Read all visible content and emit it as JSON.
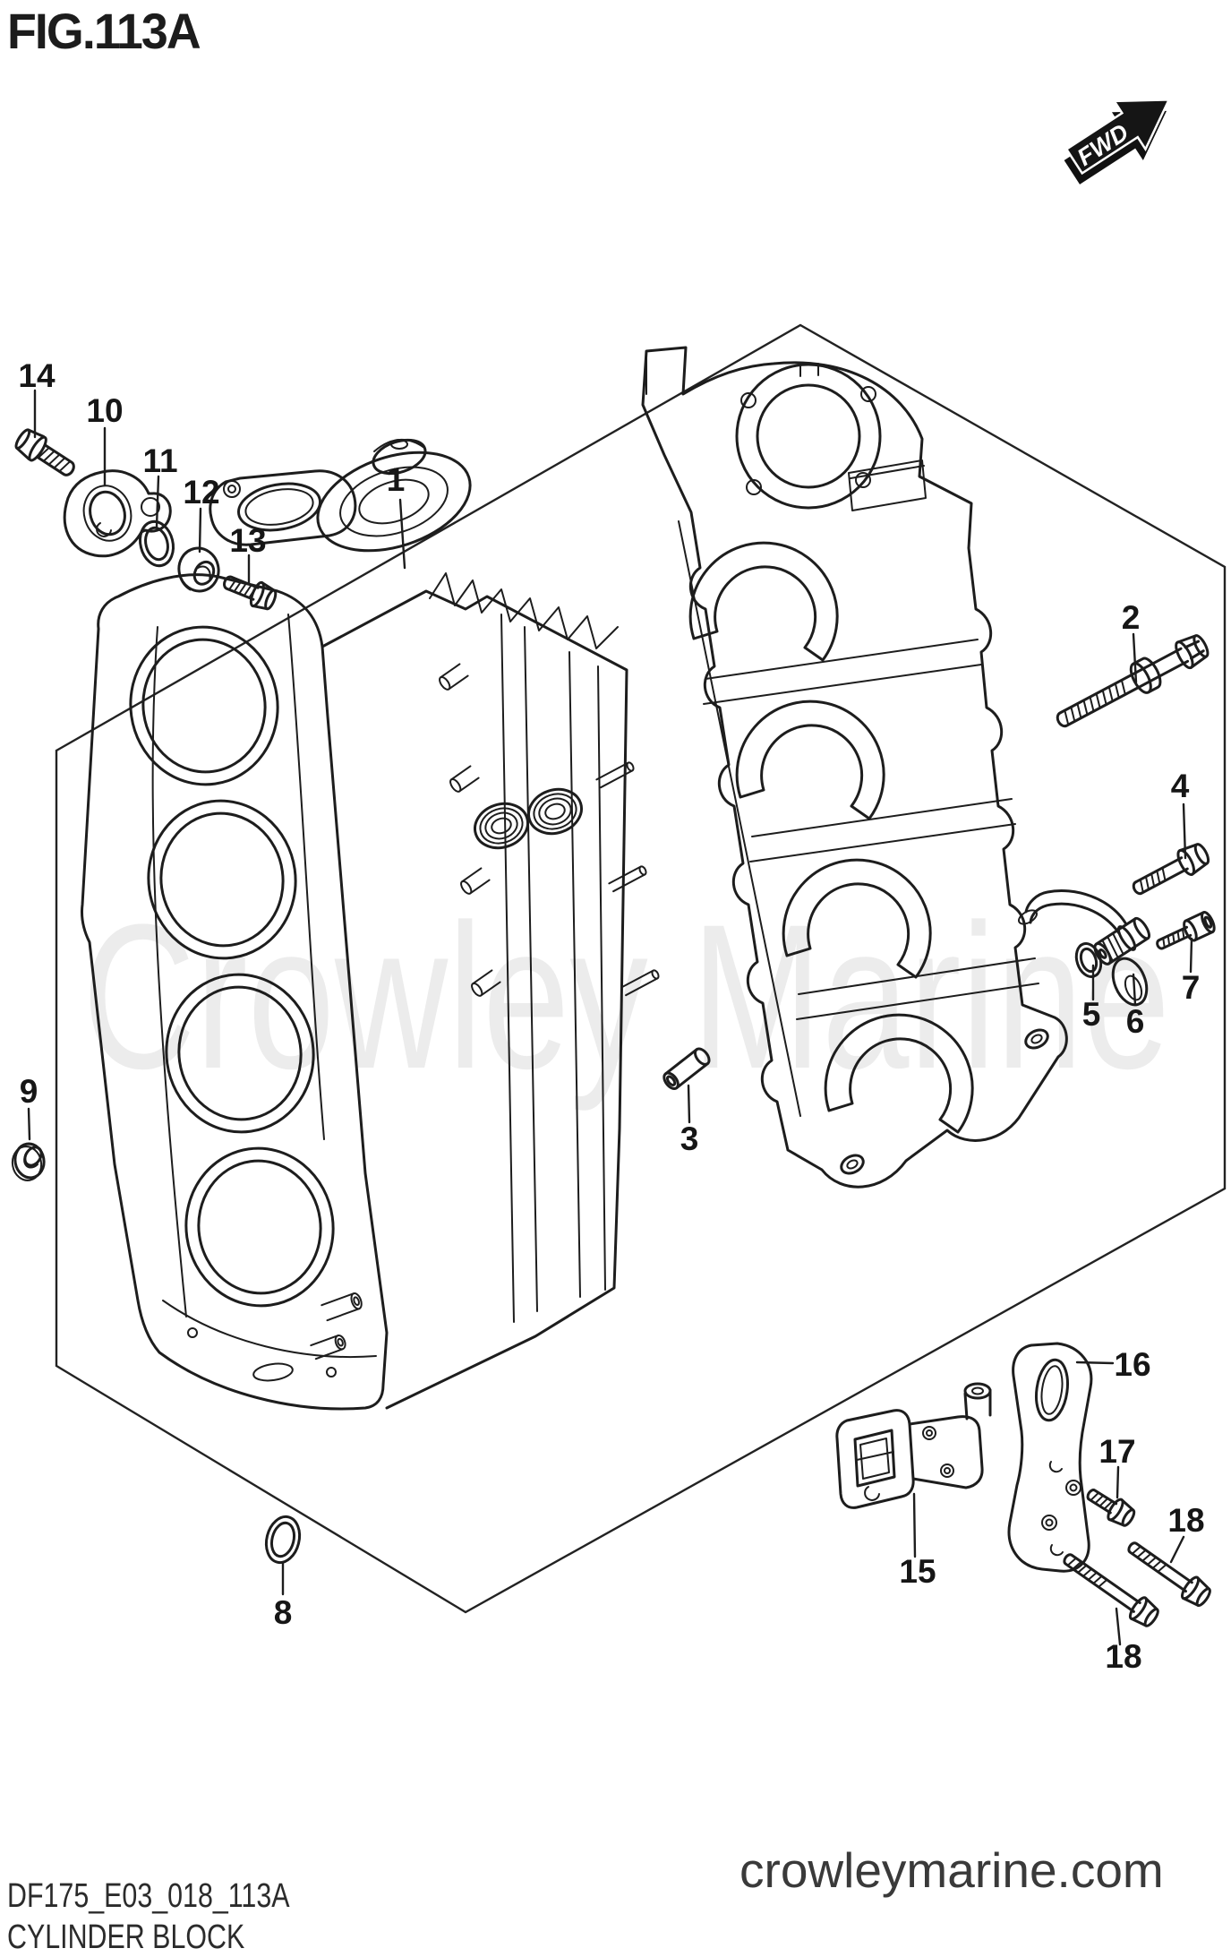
{
  "figure": {
    "title": "FIG.113A"
  },
  "fwd": {
    "label": "FWD"
  },
  "watermark": {
    "text": "Crowley Marine"
  },
  "footer": {
    "part_code": "DF175_E03_018_113A",
    "part_name": "CYLINDER BLOCK",
    "website": "crowleymarine.com"
  },
  "colors": {
    "line": "#1d1d1d",
    "watermark": "#ececec",
    "website_text": "#3a3a3a"
  },
  "callouts": [
    {
      "number": "1"
    },
    {
      "number": "2"
    },
    {
      "number": "3"
    },
    {
      "number": "4"
    },
    {
      "number": "5"
    },
    {
      "number": "6"
    },
    {
      "number": "7"
    },
    {
      "number": "8"
    },
    {
      "number": "9"
    },
    {
      "number": "10"
    },
    {
      "number": "11"
    },
    {
      "number": "12"
    },
    {
      "number": "13"
    },
    {
      "number": "14"
    },
    {
      "number": "15"
    },
    {
      "number": "16"
    },
    {
      "number": "17"
    },
    {
      "number": "18"
    },
    {
      "number": "18"
    }
  ]
}
